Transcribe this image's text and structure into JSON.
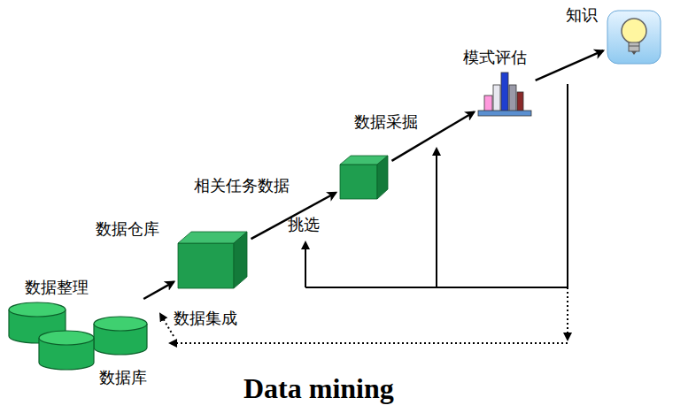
{
  "diagram": {
    "caption": "Data mining",
    "nodes": [
      {
        "text": [
          "数据库"
        ]
      },
      {
        "text": [
          "数据仓库"
        ]
      },
      {
        "text": [
          "相关任务数据"
        ]
      },
      {
        "text": [
          "模式评估"
        ]
      },
      {
        "text": [
          "知识"
        ]
      }
    ],
    "edges": [
      {
        "from": 0,
        "to": 1,
        "arrow": "to"
      },
      {
        "from": 1,
        "to": 2,
        "arrow": "to"
      },
      {
        "from": 2,
        "to": 3,
        "arrow": "to"
      },
      {
        "from": 3,
        "to": 4,
        "arrow": "to"
      }
    ],
    "labels": [
      "数据整理",
      "数据集成",
      "挑选",
      "数据采掘"
    ]
  }
}
